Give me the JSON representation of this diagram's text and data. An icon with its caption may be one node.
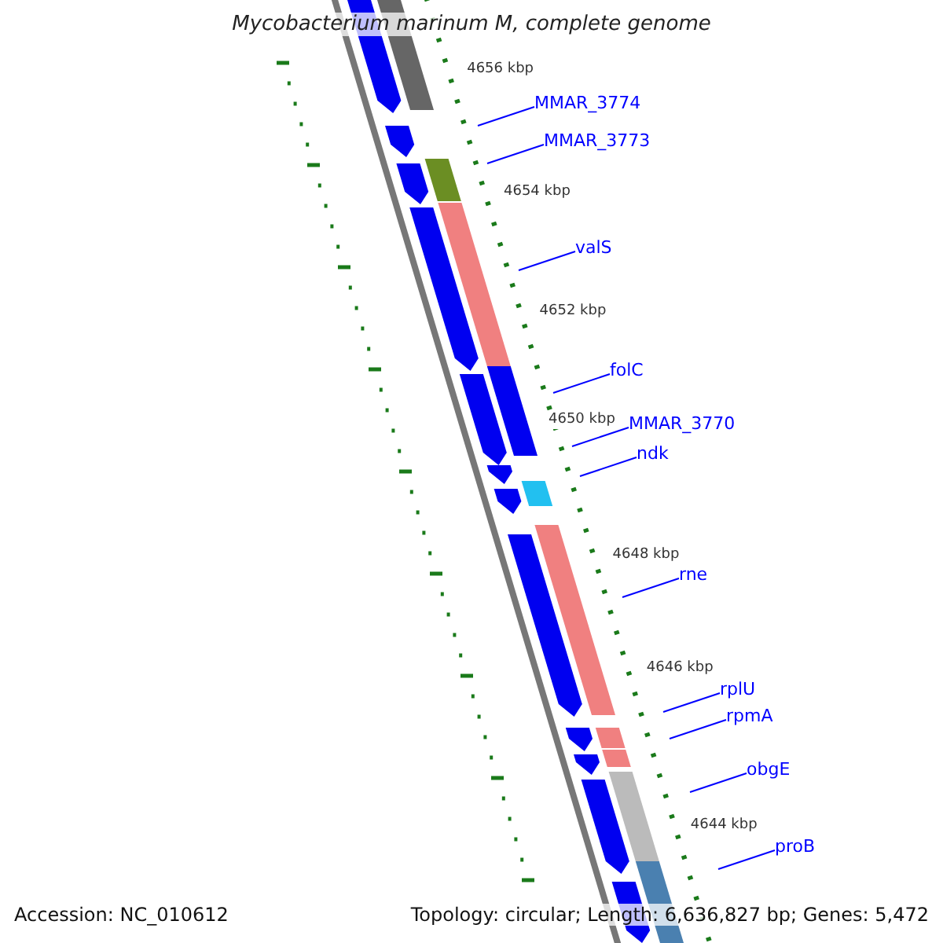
{
  "diagram": {
    "title": "Mycobacterium marinum M, complete genome",
    "nodes": [
      {
        "text": [
          "MMAR_3774"
        ]
      },
      {
        "text": [
          "MMAR_3773"
        ]
      },
      {
        "text": [
          "valS"
        ]
      },
      {
        "text": [
          "folC"
        ]
      },
      {
        "text": [
          "MMAR_3770"
        ]
      },
      {
        "text": [
          "ndk"
        ]
      },
      {
        "text": [
          "rne"
        ]
      },
      {
        "text": [
          "rplU"
        ]
      },
      {
        "text": [
          "rpmA"
        ]
      },
      {
        "text": [
          "obgE"
        ]
      },
      {
        "text": [
          "proB"
        ]
      }
    ],
    "edges": [
      {
        "from": 0,
        "to": null,
        "arrow": "none"
      },
      {
        "from": 1,
        "to": null,
        "arrow": "none"
      },
      {
        "from": 2,
        "to": null,
        "arrow": "none"
      },
      {
        "from": 3,
        "to": null,
        "arrow": "none"
      },
      {
        "from": 4,
        "to": null,
        "arrow": "none"
      },
      {
        "from": 5,
        "to": null,
        "arrow": "none"
      },
      {
        "from": 6,
        "to": null,
        "arrow": "none"
      },
      {
        "from": 7,
        "to": null,
        "arrow": "none"
      },
      {
        "from": 8,
        "to": null,
        "arrow": "none"
      },
      {
        "from": 9,
        "to": null,
        "arrow": "none"
      },
      {
        "from": 10,
        "to": null,
        "arrow": "none"
      }
    ],
    "labels": [
      "4656 kbp",
      "4654 kbp",
      "4652 kbp",
      "4650 kbp",
      "4648 kbp",
      "4646 kbp",
      "4644 kbp",
      "Accession: NC_010612",
      "Topology: circular; Length: 6,636,827 bp; Genes: 5,472"
    ]
  }
}
